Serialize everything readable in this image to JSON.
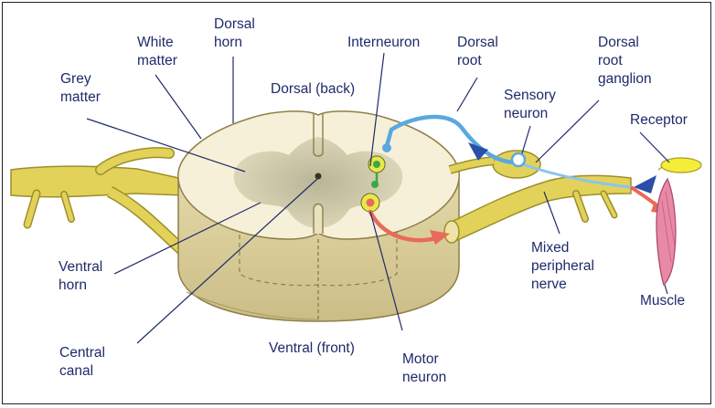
{
  "labels": {
    "grey_matter": [
      "Grey",
      "matter"
    ],
    "white_matter": [
      "White",
      "matter"
    ],
    "dorsal_horn": [
      "Dorsal",
      "horn"
    ],
    "dorsal_back": "Dorsal (back)",
    "interneuron": "Interneuron",
    "dorsal_root": [
      "Dorsal",
      "root"
    ],
    "sensory_neuron": [
      "Sensory",
      "neuron"
    ],
    "dorsal_root_ganglion": [
      "Dorsal",
      "root",
      "ganglion"
    ],
    "receptor": "Receptor",
    "ventral_horn": [
      "Ventral",
      "horn"
    ],
    "central_canal": [
      "Central",
      "canal"
    ],
    "ventral_front": "Ventral (front)",
    "motor_neuron": [
      "Motor",
      "neuron"
    ],
    "mixed_peripheral_nerve": [
      "Mixed",
      "peripheral",
      "nerve"
    ],
    "muscle": "Muscle"
  },
  "colors": {
    "white_matter": "#f6f0d8",
    "grey_matter": "#c9c6a8",
    "cord_side": "#d7cc9c",
    "nerve": "#e2d25a",
    "sensory_path": "#5aa8e0",
    "sensory_arrow": "#2a4fa8",
    "motor_path": "#e96a5a",
    "interneuron": "#3aa845",
    "muscle": "#e88aa6",
    "receptor": "#f4ee3a",
    "label_text": "#1f2a6a"
  }
}
